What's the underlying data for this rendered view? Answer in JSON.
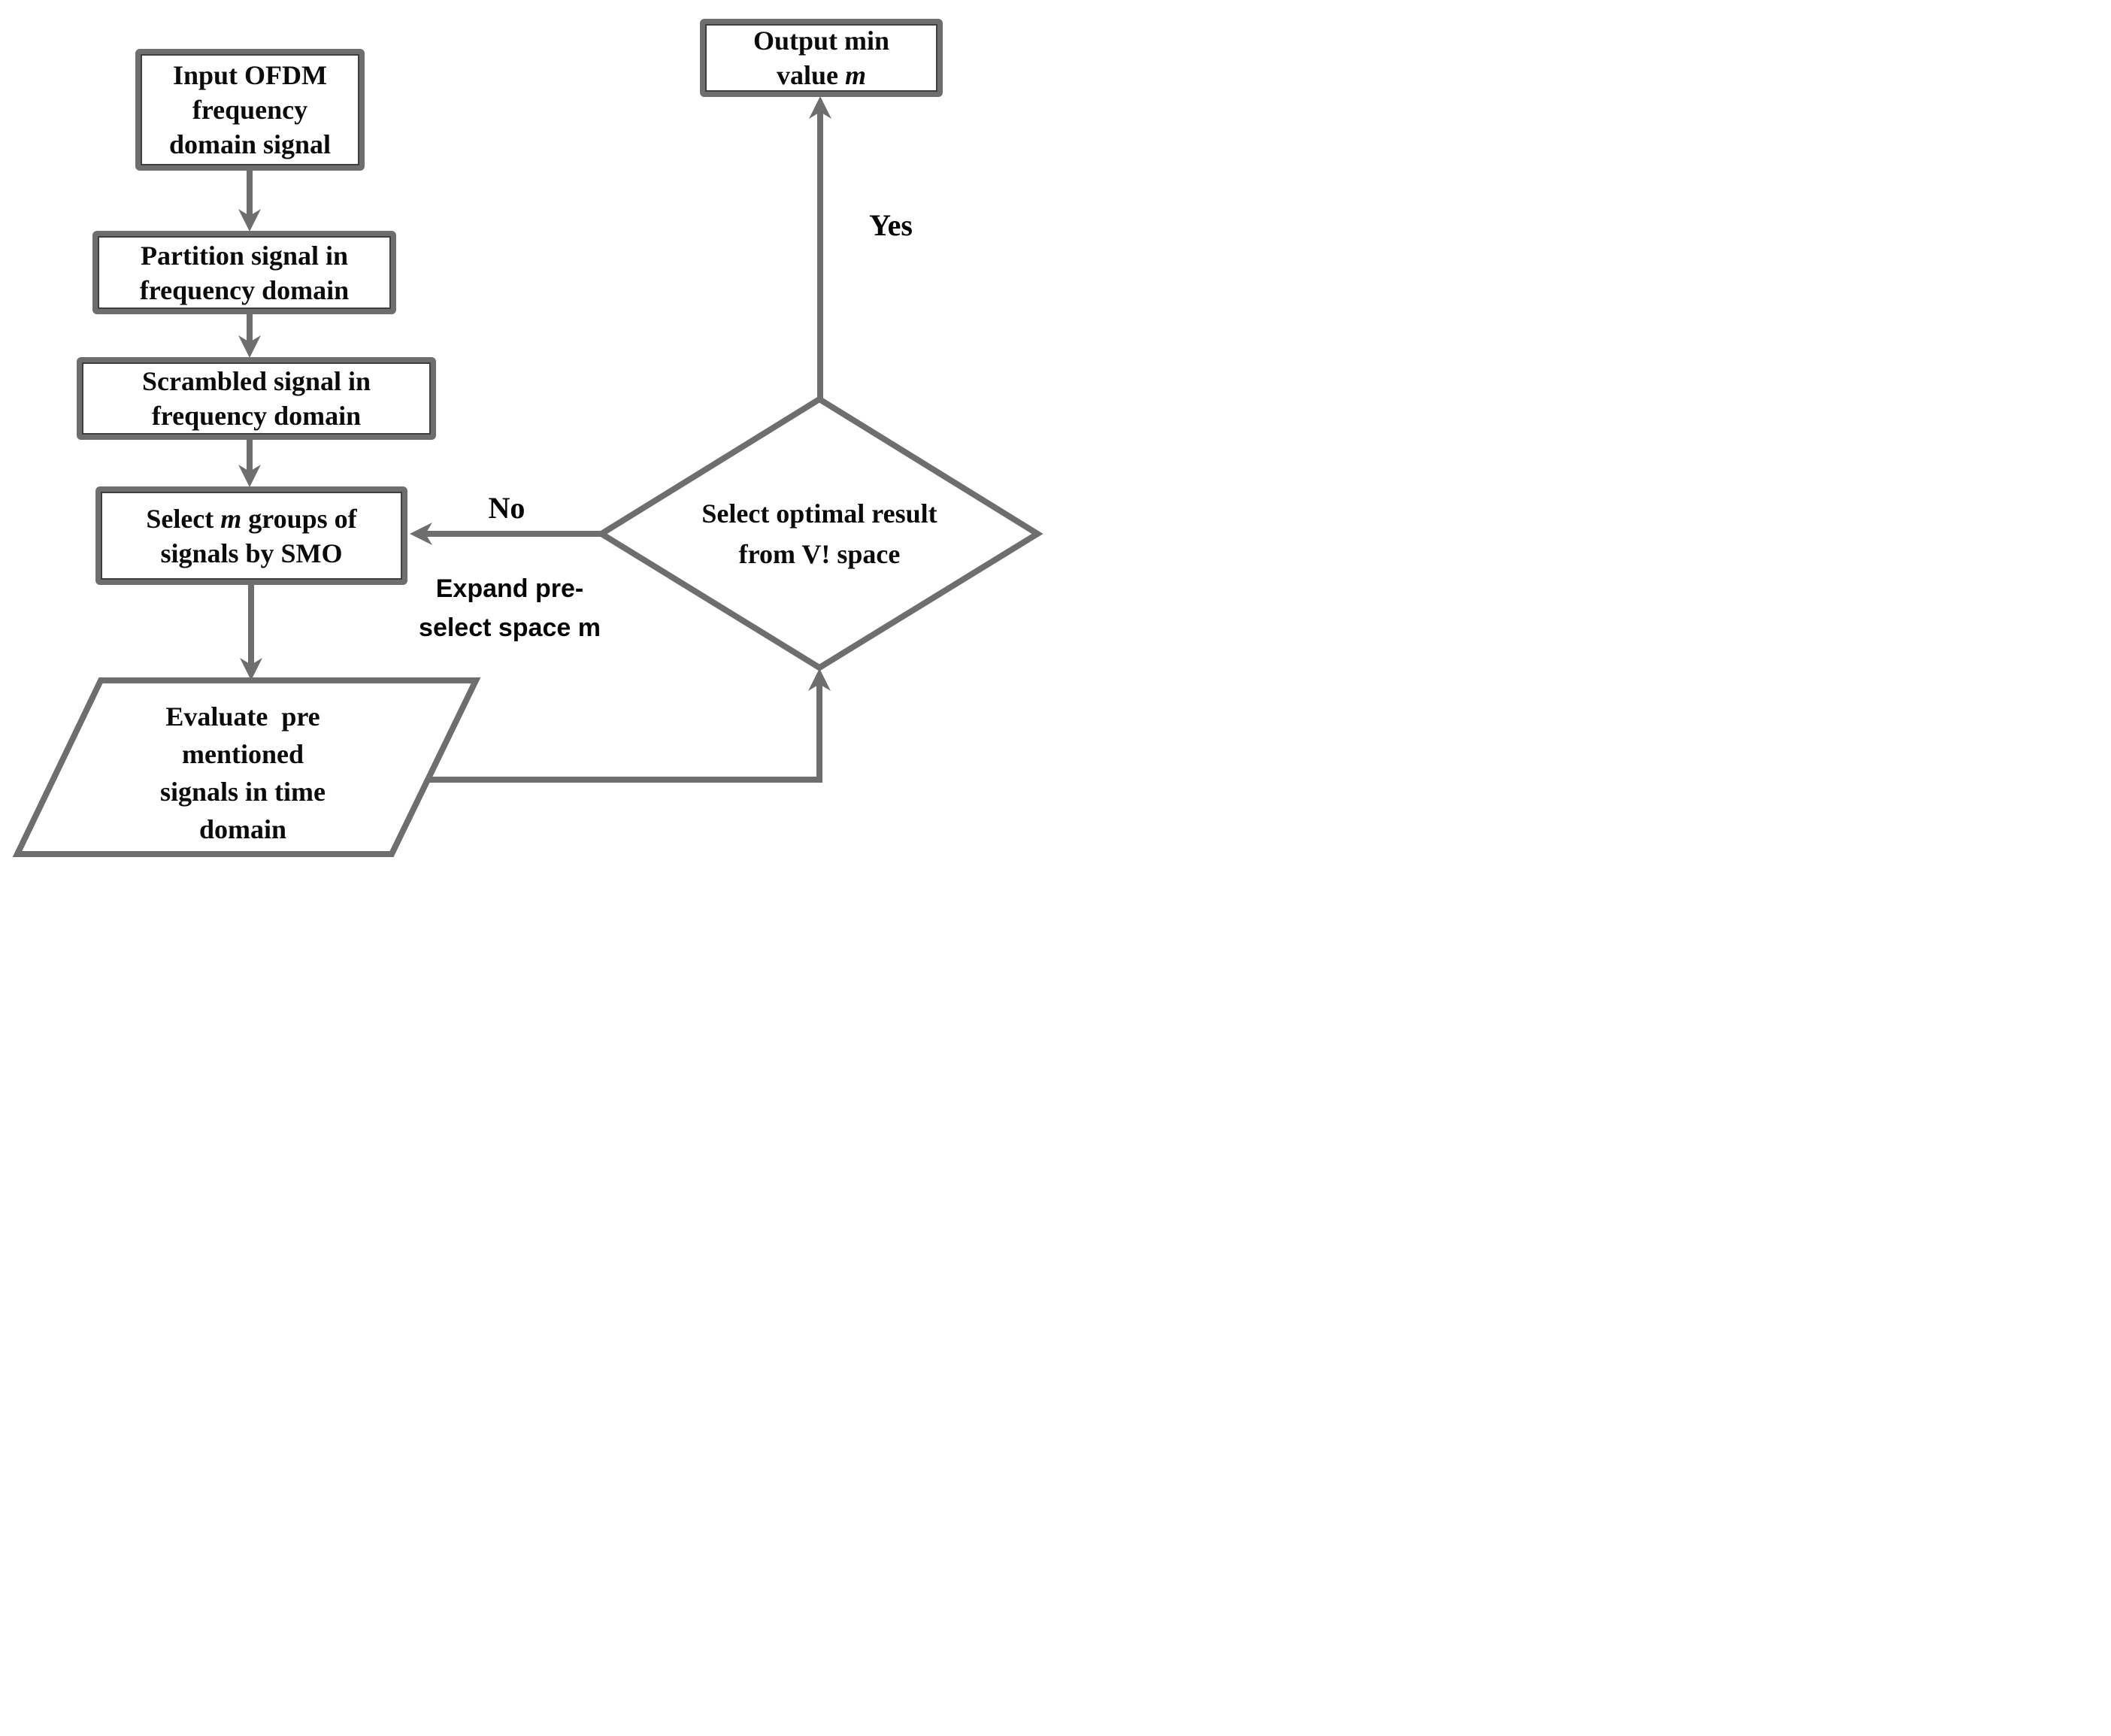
{
  "diagram": {
    "title": "OFDM SMO selection flowchart",
    "colors": {
      "line": "#6e6e6e",
      "border_inner": "#3f3f3f",
      "text": "#0b0b0b",
      "background": "#ffffff"
    },
    "nodes": {
      "input": {
        "shape": "rectangle",
        "lines": [
          "Input OFDM",
          "frequency",
          "domain signal"
        ]
      },
      "partition": {
        "shape": "rectangle",
        "lines": [
          "Partition signal in",
          "frequency domain"
        ]
      },
      "scramble": {
        "shape": "rectangle",
        "lines": [
          "Scrambled signal in",
          "frequency domain"
        ]
      },
      "select_smo": {
        "shape": "rectangle",
        "line1_pre": "Select ",
        "line1_var": "m",
        "line1_post": " groups of",
        "line2": "signals by SMO"
      },
      "evaluate": {
        "shape": "parallelogram",
        "lines": [
          "Evaluate  pre",
          "mentioned",
          "signals in time",
          "domain"
        ]
      },
      "decision": {
        "shape": "diamond",
        "lines": [
          "Select optimal result",
          "from V! space"
        ]
      },
      "output": {
        "shape": "rectangle",
        "line1": "Output min",
        "line2_pre": "value ",
        "line2_var": "m"
      }
    },
    "edge_labels": {
      "yes": "Yes",
      "no": "No",
      "expand_line1": "Expand pre-",
      "expand_line2": "select space m"
    }
  }
}
